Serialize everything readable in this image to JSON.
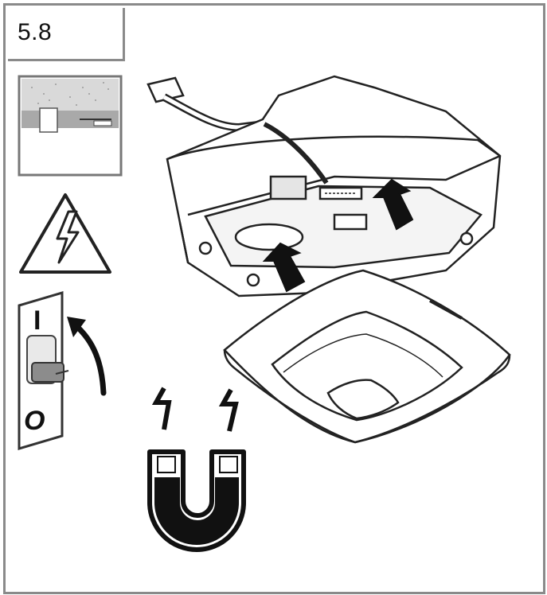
{
  "step": {
    "number": "5.8"
  },
  "icons": {
    "ceiling_mount": "ceiling-mount-diagram-icon",
    "warning": "high-voltage-warning-icon",
    "breaker": "circuit-breaker-switch-icon",
    "magnet": "magnet-icon",
    "sensor": "ceiling-sensor-icon"
  },
  "breaker": {
    "on_label": "I",
    "off_label": "O"
  }
}
